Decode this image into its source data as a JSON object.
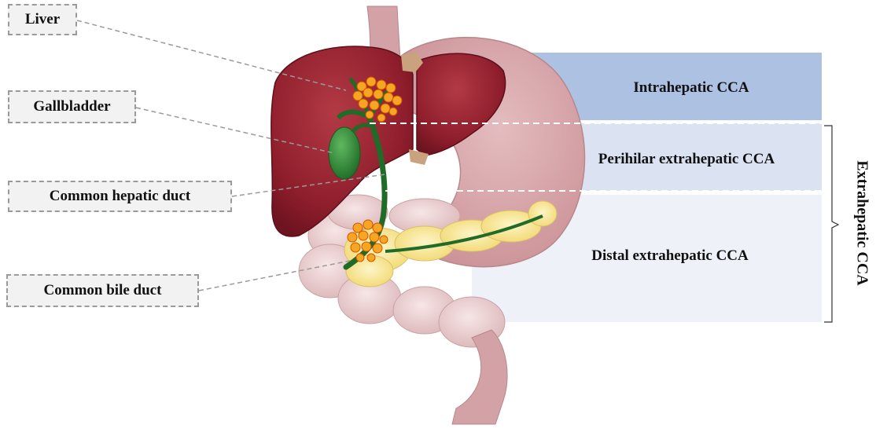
{
  "labels": {
    "liver": "Liver",
    "gallbladder": "Gallbladder",
    "common_hepatic_duct": "Common hepatic duct",
    "common_bile_duct": "Common bile duct"
  },
  "regions": {
    "intrahepatic": "Intrahepatic CCA",
    "perihilar": "Perihilar extrahepatic CCA",
    "distal": "Distal extrahepatic CCA"
  },
  "bracket_label": "Extrahepatic CCA",
  "colors": {
    "intrahepatic_band": "#adc1e3",
    "perihilar_band": "#dbe3f3",
    "distal_band": "#eef1f8",
    "liver": "#8f1e2c",
    "stomach": "#d9a7aa",
    "intestine": "#ecd3d4",
    "duct": "#2f7d32",
    "pancreas": "#f7e59a",
    "tumor": "#f5a623"
  }
}
